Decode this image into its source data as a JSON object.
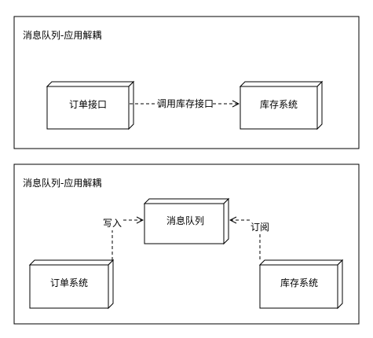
{
  "panel_top": {
    "title": "消息队列-应用解耦",
    "node_left": "订单接口",
    "edge_label": "调用库存接口",
    "node_right": "库存系统"
  },
  "panel_bottom": {
    "title": "消息队列-应用解耦",
    "node_queue": "消息队列",
    "node_order": "订单系统",
    "node_stock": "库存系统",
    "edge_write": "写入",
    "edge_subscribe": "订阅"
  }
}
